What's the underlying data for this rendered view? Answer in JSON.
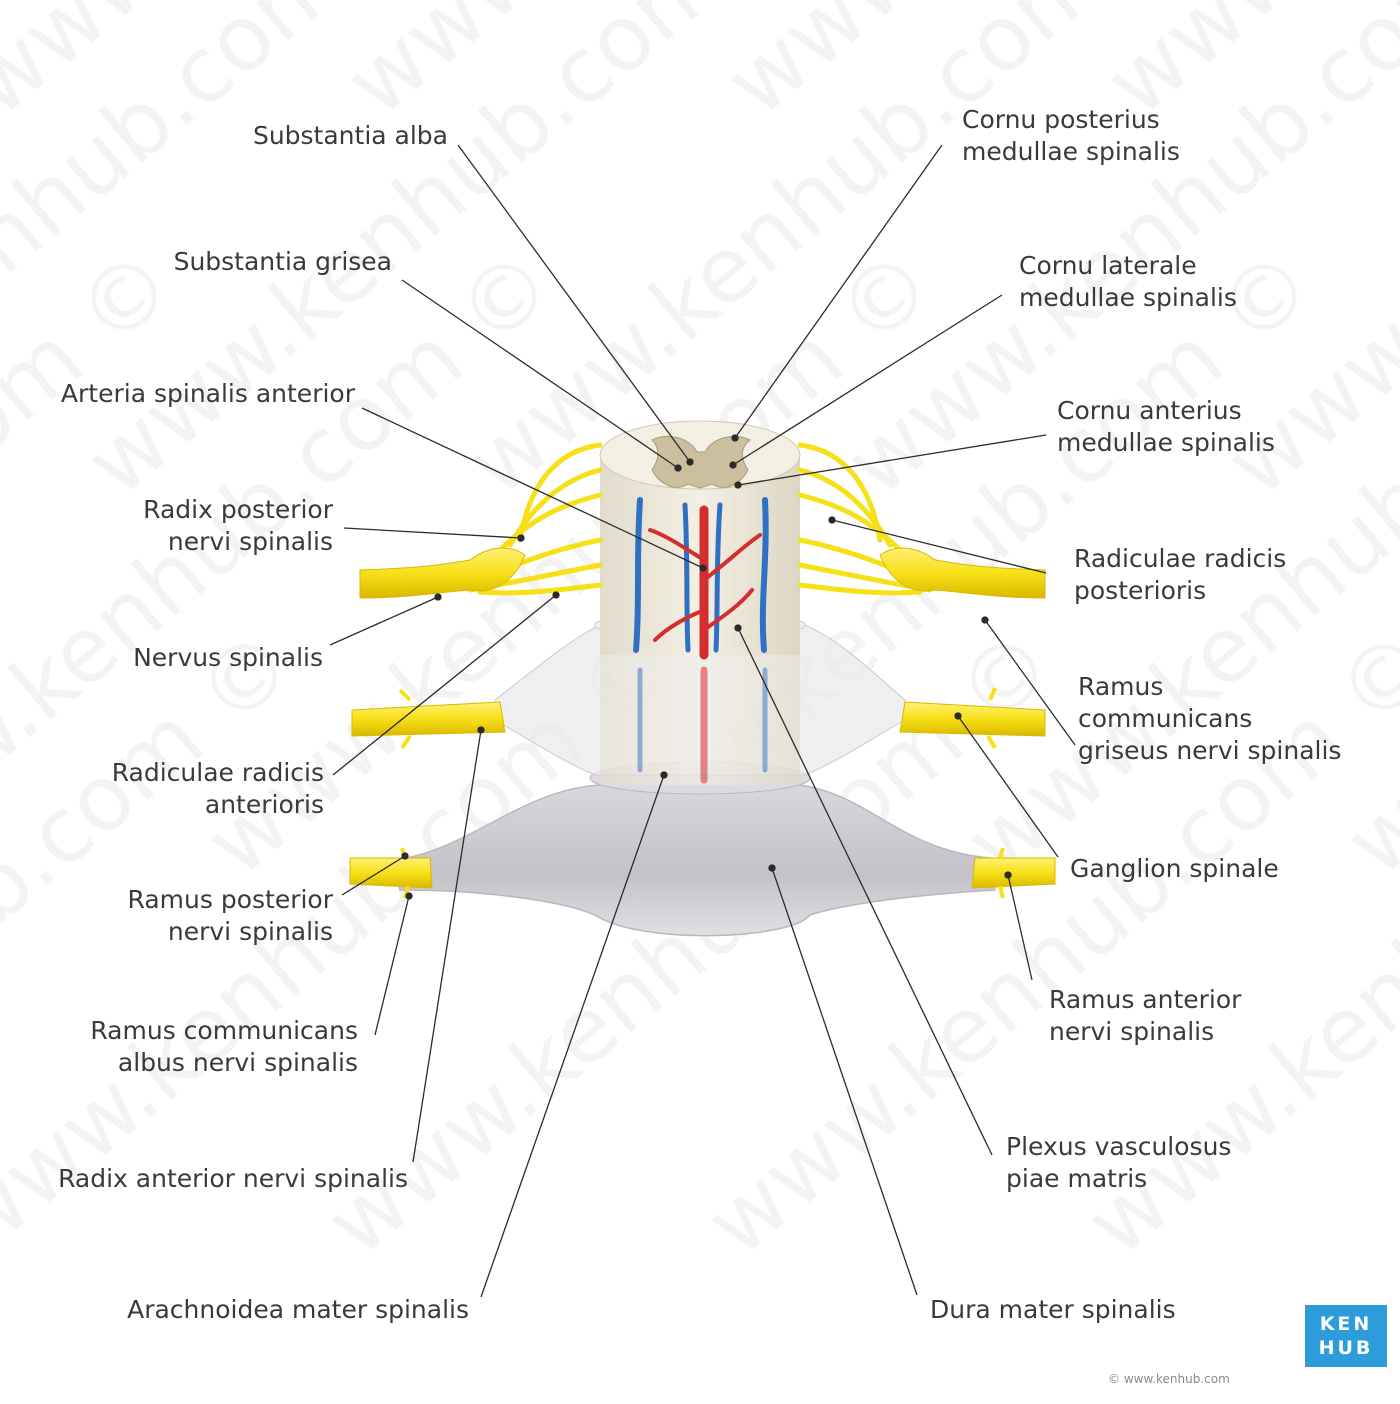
{
  "labels": {
    "substantia_alba": [
      "Substantia alba"
    ],
    "substantia_grisea": [
      "Substantia grisea"
    ],
    "arteria_spinalis_anterior": [
      "Arteria spinalis anterior"
    ],
    "radix_posterior": [
      "Radix posterior",
      "nervi spinalis"
    ],
    "nervus_spinalis": [
      "Nervus spinalis"
    ],
    "radiculae_anterioris": [
      "Radiculae radicis",
      "anterioris"
    ],
    "ramus_posterior": [
      "Ramus posterior",
      "nervi spinalis"
    ],
    "ramus_albus": [
      "Ramus communicans",
      "albus nervi spinalis"
    ],
    "radix_anterior": [
      "Radix anterior nervi spinalis"
    ],
    "arachnoidea": [
      "Arachnoidea mater spinalis"
    ],
    "cornu_posterius": [
      "Cornu posterius",
      "medullae spinalis"
    ],
    "cornu_laterale": [
      "Cornu laterale",
      "medullae spinalis"
    ],
    "cornu_anterius": [
      "Cornu anterius",
      "medullae spinalis"
    ],
    "radiculae_posterioris": [
      "Radiculae radicis",
      "posterioris"
    ],
    "ramus_griseus": [
      "Ramus",
      "communicans",
      "griseus nervi spinalis"
    ],
    "ganglion_spinale": [
      "Ganglion spinale"
    ],
    "ramus_anterior": [
      "Ramus anterior",
      "nervi spinalis"
    ],
    "plexus_vasculosus": [
      "Plexus vasculosus",
      "piae matris"
    ],
    "dura_mater": [
      "Dura mater spinalis"
    ]
  },
  "logo": {
    "line1": "KEN",
    "line2": "HUB"
  },
  "copyright": "© www.kenhub.com",
  "watermark": "www.kenhub.com ©",
  "colors": {
    "nerve": "#f7e017",
    "nerve_dark": "#d9b800",
    "white_matter": "#efe9d6",
    "grey_matter": "#c9bfa6",
    "artery": "#d32d2d",
    "vein": "#2f6fc4",
    "dura": "#c9c6cc",
    "arachnoid": "#e6e6ec",
    "leader": "#2b2b2b",
    "brand": "#2d9cdb"
  }
}
